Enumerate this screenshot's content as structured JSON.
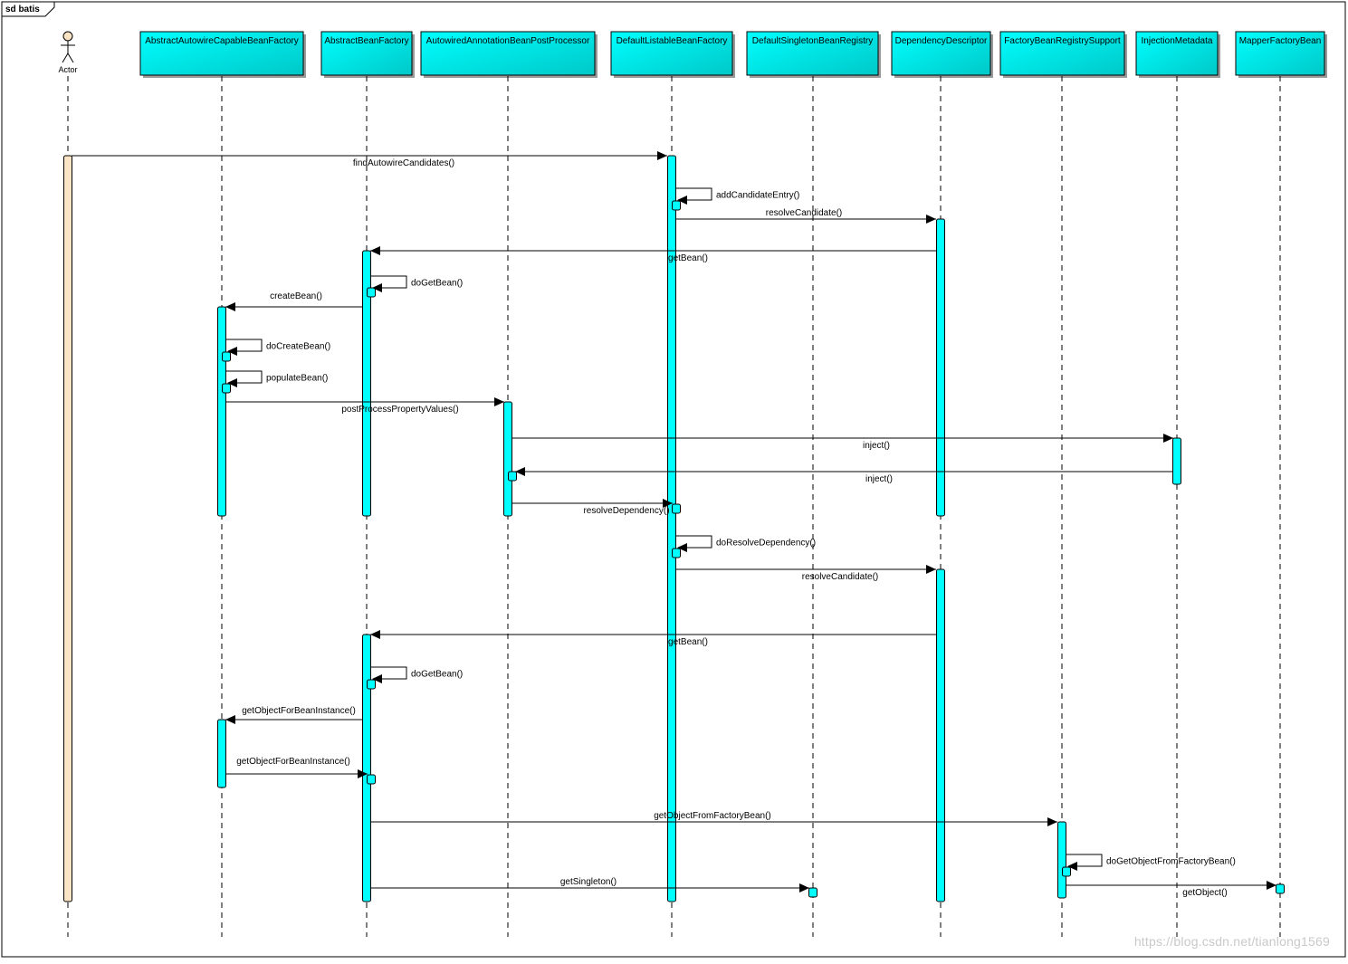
{
  "frame": {
    "title": "sd batis"
  },
  "actor": {
    "label": "Actor"
  },
  "lifelines": [
    {
      "id": "aacbf",
      "label": "AbstractAutowireCapableBeanFactory"
    },
    {
      "id": "abf",
      "label": "AbstractBeanFactory"
    },
    {
      "id": "aabpp",
      "label": "AutowiredAnnotationBeanPostProcessor"
    },
    {
      "id": "dlbf",
      "label": "DefaultListableBeanFactory"
    },
    {
      "id": "dsbr",
      "label": "DefaultSingletonBeanRegistry"
    },
    {
      "id": "dd",
      "label": "DependencyDescriptor"
    },
    {
      "id": "fbrs",
      "label": "FactoryBeanRegistrySupport"
    },
    {
      "id": "im",
      "label": "InjectionMetadata"
    },
    {
      "id": "mfb",
      "label": "MapperFactoryBean"
    }
  ],
  "messages": [
    {
      "id": "m1",
      "label": "findAutowireCandidates()"
    },
    {
      "id": "m2",
      "label": "addCandidateEntry()"
    },
    {
      "id": "m3",
      "label": "resolveCandidate()"
    },
    {
      "id": "m4",
      "label": "getBean()"
    },
    {
      "id": "m5",
      "label": "doGetBean()"
    },
    {
      "id": "m6",
      "label": "createBean()"
    },
    {
      "id": "m7",
      "label": "doCreateBean()"
    },
    {
      "id": "m8",
      "label": "populateBean()"
    },
    {
      "id": "m9",
      "label": "postProcessPropertyValues()"
    },
    {
      "id": "m10",
      "label": "inject()"
    },
    {
      "id": "m11",
      "label": "inject()"
    },
    {
      "id": "m12",
      "label": "resolveDependency()"
    },
    {
      "id": "m13",
      "label": "doResolveDependency()"
    },
    {
      "id": "m14",
      "label": "resolveCandidate()"
    },
    {
      "id": "m15",
      "label": "getBean()"
    },
    {
      "id": "m16",
      "label": "doGetBean()"
    },
    {
      "id": "m17",
      "label": "getObjectForBeanInstance()"
    },
    {
      "id": "m18",
      "label": "getObjectForBeanInstance()"
    },
    {
      "id": "m19",
      "label": "getObjectFromFactoryBean()"
    },
    {
      "id": "m20",
      "label": "doGetObjectFromFactoryBean()"
    },
    {
      "id": "m21",
      "label": "getSingleton()"
    },
    {
      "id": "m22",
      "label": "getObject()"
    }
  ],
  "watermark": "https://blog.csdn.net/tianlong1569",
  "colors": {
    "lifeline_fill": "#00ffff",
    "lifeline_border": "#000000",
    "actor_bar_fill": "#fbe3c6",
    "line": "#000000"
  }
}
